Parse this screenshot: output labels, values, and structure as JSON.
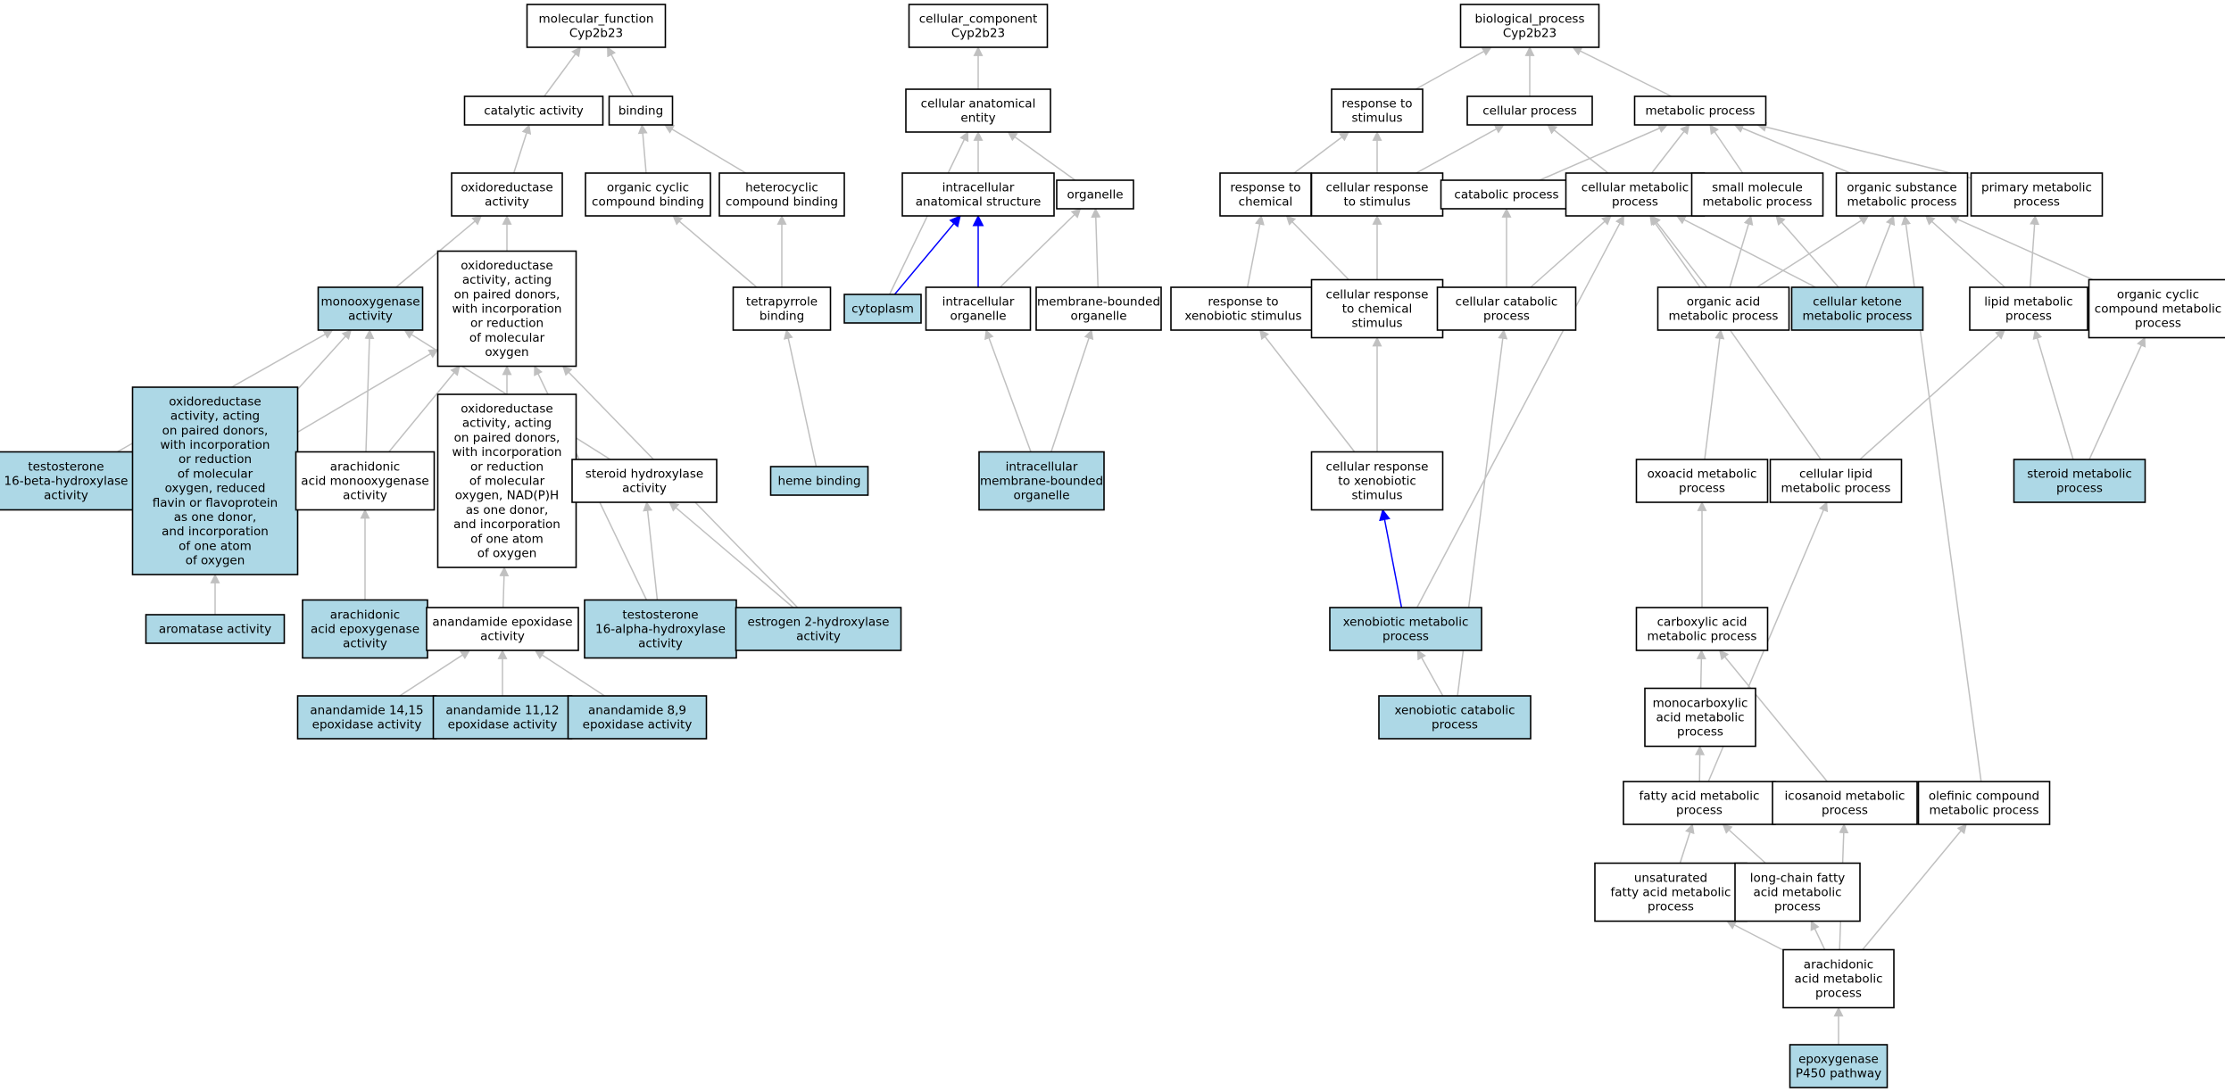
{
  "colors": {
    "annotated_fill": "#add8e6",
    "default_fill": "#ffffff",
    "edge_default": "#c0c0c0",
    "edge_highlight": "#0000ff",
    "border": "#000000"
  },
  "nodes": [
    {
      "id": "mf_root",
      "lines": [
        "molecular_function",
        "Cyp2b23"
      ],
      "annotated": false
    },
    {
      "id": "catalytic",
      "lines": [
        "catalytic activity"
      ],
      "annotated": false
    },
    {
      "id": "binding",
      "lines": [
        "binding"
      ],
      "annotated": false
    },
    {
      "id": "oxidoreductase",
      "lines": [
        "oxidoreductase",
        "activity"
      ],
      "annotated": false
    },
    {
      "id": "org_cyclic_binding",
      "lines": [
        "organic cyclic",
        "compound binding"
      ],
      "annotated": false
    },
    {
      "id": "hetero_binding",
      "lines": [
        "heterocyclic",
        "compound binding"
      ],
      "annotated": false
    },
    {
      "id": "oxred_paired",
      "lines": [
        "oxidoreductase",
        "activity, acting",
        "on paired donors,",
        "with incorporation",
        "or reduction",
        "of molecular",
        "oxygen"
      ],
      "annotated": false
    },
    {
      "id": "monooxygenase",
      "lines": [
        "monooxygenase",
        "activity"
      ],
      "annotated": true
    },
    {
      "id": "tetrapyrrole",
      "lines": [
        "tetrapyrrole",
        "binding"
      ],
      "annotated": false
    },
    {
      "id": "testo16b",
      "lines": [
        "testosterone",
        "16-beta-hydroxylase",
        "activity"
      ],
      "annotated": true
    },
    {
      "id": "oxred_flavin",
      "lines": [
        "oxidoreductase",
        "activity, acting",
        "on paired donors,",
        "with incorporation",
        "or reduction",
        "of molecular",
        "oxygen, reduced",
        "flavin or flavoprotein",
        "as one donor,",
        "and incorporation",
        "of one atom",
        "of oxygen"
      ],
      "annotated": true
    },
    {
      "id": "arach_monoox",
      "lines": [
        "arachidonic",
        "acid monooxygenase",
        "activity"
      ],
      "annotated": false
    },
    {
      "id": "oxred_nadph",
      "lines": [
        "oxidoreductase",
        "activity, acting",
        "on paired donors,",
        "with incorporation",
        "or reduction",
        "of molecular",
        "oxygen, NAD(P)H",
        "as one donor,",
        "and incorporation",
        "of one atom",
        "of oxygen"
      ],
      "annotated": false
    },
    {
      "id": "steroid_hydrox",
      "lines": [
        "steroid hydroxylase",
        "activity"
      ],
      "annotated": false
    },
    {
      "id": "heme",
      "lines": [
        "heme binding"
      ],
      "annotated": true
    },
    {
      "id": "aromatase",
      "lines": [
        "aromatase activity"
      ],
      "annotated": true
    },
    {
      "id": "arach_epox",
      "lines": [
        "arachidonic",
        "acid epoxygenase",
        "activity"
      ],
      "annotated": true
    },
    {
      "id": "anand_epox",
      "lines": [
        "anandamide epoxidase",
        "activity"
      ],
      "annotated": false
    },
    {
      "id": "testo16a",
      "lines": [
        "testosterone",
        "16-alpha-hydroxylase",
        "activity"
      ],
      "annotated": true
    },
    {
      "id": "estrogen2",
      "lines": [
        "estrogen 2-hydroxylase",
        "activity"
      ],
      "annotated": true
    },
    {
      "id": "anand1415",
      "lines": [
        "anandamide 14,15",
        "epoxidase activity"
      ],
      "annotated": true
    },
    {
      "id": "anand1112",
      "lines": [
        "anandamide 11,12",
        "epoxidase activity"
      ],
      "annotated": true
    },
    {
      "id": "anand89",
      "lines": [
        "anandamide 8,9",
        "epoxidase activity"
      ],
      "annotated": true
    },
    {
      "id": "cc_root",
      "lines": [
        "cellular_component",
        "Cyp2b23"
      ],
      "annotated": false
    },
    {
      "id": "cae",
      "lines": [
        "cellular anatomical",
        "entity"
      ],
      "annotated": false
    },
    {
      "id": "intra_anat",
      "lines": [
        "intracellular",
        "anatomical structure"
      ],
      "annotated": false
    },
    {
      "id": "organelle",
      "lines": [
        "organelle"
      ],
      "annotated": false
    },
    {
      "id": "cytoplasm",
      "lines": [
        "cytoplasm"
      ],
      "annotated": true
    },
    {
      "id": "intra_org",
      "lines": [
        "intracellular",
        "organelle"
      ],
      "annotated": false
    },
    {
      "id": "mem_org",
      "lines": [
        "membrane-bounded",
        "organelle"
      ],
      "annotated": false
    },
    {
      "id": "intra_mem_org",
      "lines": [
        "intracellular",
        "membrane-bounded",
        "organelle"
      ],
      "annotated": true
    },
    {
      "id": "bp_root",
      "lines": [
        "biological_process",
        "Cyp2b23"
      ],
      "annotated": false
    },
    {
      "id": "resp_stim",
      "lines": [
        "response to",
        "stimulus"
      ],
      "annotated": false
    },
    {
      "id": "cell_proc",
      "lines": [
        "cellular process"
      ],
      "annotated": false
    },
    {
      "id": "met_proc",
      "lines": [
        "metabolic process"
      ],
      "annotated": false
    },
    {
      "id": "resp_chem",
      "lines": [
        "response to",
        "chemical"
      ],
      "annotated": false
    },
    {
      "id": "cell_resp_stim",
      "lines": [
        "cellular response",
        "to stimulus"
      ],
      "annotated": false
    },
    {
      "id": "catab",
      "lines": [
        "catabolic process"
      ],
      "annotated": false
    },
    {
      "id": "cell_met",
      "lines": [
        "cellular metabolic",
        "process"
      ],
      "annotated": false
    },
    {
      "id": "small_mol",
      "lines": [
        "small molecule",
        "metabolic process"
      ],
      "annotated": false
    },
    {
      "id": "org_sub",
      "lines": [
        "organic substance",
        "metabolic process"
      ],
      "annotated": false
    },
    {
      "id": "prim_met",
      "lines": [
        "primary metabolic",
        "process"
      ],
      "annotated": false
    },
    {
      "id": "resp_xeno",
      "lines": [
        "response to",
        "xenobiotic stimulus"
      ],
      "annotated": false
    },
    {
      "id": "cell_resp_chem",
      "lines": [
        "cellular response",
        "to chemical",
        "stimulus"
      ],
      "annotated": false
    },
    {
      "id": "cell_catab",
      "lines": [
        "cellular catabolic",
        "process"
      ],
      "annotated": false
    },
    {
      "id": "org_acid",
      "lines": [
        "organic acid",
        "metabolic process"
      ],
      "annotated": false
    },
    {
      "id": "ketone",
      "lines": [
        "cellular ketone",
        "metabolic process"
      ],
      "annotated": true
    },
    {
      "id": "lipid_met",
      "lines": [
        "lipid metabolic",
        "process"
      ],
      "annotated": false
    },
    {
      "id": "org_cyc_met",
      "lines": [
        "organic cyclic",
        "compound metabolic",
        "process"
      ],
      "annotated": false
    },
    {
      "id": "cell_resp_xeno",
      "lines": [
        "cellular response",
        "to xenobiotic",
        "stimulus"
      ],
      "annotated": false
    },
    {
      "id": "oxoacid",
      "lines": [
        "oxoacid metabolic",
        "process"
      ],
      "annotated": false
    },
    {
      "id": "cell_lipid",
      "lines": [
        "cellular lipid",
        "metabolic process"
      ],
      "annotated": false
    },
    {
      "id": "steroid_met",
      "lines": [
        "steroid metabolic",
        "process"
      ],
      "annotated": true
    },
    {
      "id": "xeno_met",
      "lines": [
        "xenobiotic metabolic",
        "process"
      ],
      "annotated": true
    },
    {
      "id": "carbox",
      "lines": [
        "carboxylic acid",
        "metabolic process"
      ],
      "annotated": false
    },
    {
      "id": "xeno_catab",
      "lines": [
        "xenobiotic catabolic",
        "process"
      ],
      "annotated": true
    },
    {
      "id": "monocarb",
      "lines": [
        "monocarboxylic",
        "acid metabolic",
        "process"
      ],
      "annotated": false
    },
    {
      "id": "fatty",
      "lines": [
        "fatty acid metabolic",
        "process"
      ],
      "annotated": false
    },
    {
      "id": "icosanoid",
      "lines": [
        "icosanoid metabolic",
        "process"
      ],
      "annotated": false
    },
    {
      "id": "olefinic",
      "lines": [
        "olefinic compound",
        "metabolic process"
      ],
      "annotated": false
    },
    {
      "id": "unsat_fatty",
      "lines": [
        "unsaturated",
        "fatty acid metabolic",
        "process"
      ],
      "annotated": false
    },
    {
      "id": "longchain",
      "lines": [
        "long-chain fatty",
        "acid metabolic",
        "process"
      ],
      "annotated": false
    },
    {
      "id": "arach_met",
      "lines": [
        "arachidonic",
        "acid metabolic",
        "process"
      ],
      "annotated": false
    },
    {
      "id": "epox_p450",
      "lines": [
        "epoxygenase",
        "P450 pathway"
      ],
      "annotated": true
    }
  ],
  "edges": [
    {
      "from": "catalytic",
      "to": "mf_root"
    },
    {
      "from": "binding",
      "to": "mf_root"
    },
    {
      "from": "oxidoreductase",
      "to": "catalytic"
    },
    {
      "from": "org_cyclic_binding",
      "to": "binding"
    },
    {
      "from": "hetero_binding",
      "to": "binding"
    },
    {
      "from": "monooxygenase",
      "to": "oxidoreductase"
    },
    {
      "from": "oxred_paired",
      "to": "oxidoreductase"
    },
    {
      "from": "tetrapyrrole",
      "to": "org_cyclic_binding"
    },
    {
      "from": "tetrapyrrole",
      "to": "hetero_binding"
    },
    {
      "from": "heme",
      "to": "tetrapyrrole"
    },
    {
      "from": "testo16b",
      "to": "monooxygenase"
    },
    {
      "from": "oxred_flavin",
      "to": "monooxygenase"
    },
    {
      "from": "oxred_flavin",
      "to": "oxred_paired"
    },
    {
      "from": "arach_monoox",
      "to": "monooxygenase"
    },
    {
      "from": "arach_monoox",
      "to": "oxred_paired"
    },
    {
      "from": "steroid_hydrox",
      "to": "monooxygenase"
    },
    {
      "from": "oxred_nadph",
      "to": "oxred_paired"
    },
    {
      "from": "testo16a",
      "to": "oxred_paired"
    },
    {
      "from": "estrogen2",
      "to": "oxred_paired"
    },
    {
      "from": "aromatase",
      "to": "oxred_flavin"
    },
    {
      "from": "arach_epox",
      "to": "arach_monoox"
    },
    {
      "from": "anand_epox",
      "to": "oxred_nadph"
    },
    {
      "from": "testo16a",
      "to": "steroid_hydrox"
    },
    {
      "from": "estrogen2",
      "to": "steroid_hydrox"
    },
    {
      "from": "anand1415",
      "to": "anand_epox"
    },
    {
      "from": "anand1112",
      "to": "anand_epox"
    },
    {
      "from": "anand89",
      "to": "anand_epox"
    },
    {
      "from": "cae",
      "to": "cc_root"
    },
    {
      "from": "intra_anat",
      "to": "cae"
    },
    {
      "from": "organelle",
      "to": "cae"
    },
    {
      "from": "cytoplasm",
      "to": "cae"
    },
    {
      "from": "cytoplasm",
      "to": "intra_anat",
      "highlight": true
    },
    {
      "from": "intra_org",
      "to": "intra_anat",
      "highlight": true
    },
    {
      "from": "intra_org",
      "to": "organelle"
    },
    {
      "from": "mem_org",
      "to": "organelle"
    },
    {
      "from": "intra_mem_org",
      "to": "intra_org"
    },
    {
      "from": "intra_mem_org",
      "to": "mem_org"
    },
    {
      "from": "resp_stim",
      "to": "bp_root"
    },
    {
      "from": "cell_proc",
      "to": "bp_root"
    },
    {
      "from": "met_proc",
      "to": "bp_root"
    },
    {
      "from": "resp_chem",
      "to": "resp_stim"
    },
    {
      "from": "cell_resp_stim",
      "to": "resp_stim"
    },
    {
      "from": "cell_resp_stim",
      "to": "cell_proc"
    },
    {
      "from": "cell_met",
      "to": "cell_proc"
    },
    {
      "from": "catab",
      "to": "met_proc"
    },
    {
      "from": "cell_met",
      "to": "met_proc"
    },
    {
      "from": "small_mol",
      "to": "met_proc"
    },
    {
      "from": "org_sub",
      "to": "met_proc"
    },
    {
      "from": "prim_met",
      "to": "met_proc"
    },
    {
      "from": "resp_xeno",
      "to": "resp_chem"
    },
    {
      "from": "cell_resp_chem",
      "to": "resp_chem"
    },
    {
      "from": "cell_resp_chem",
      "to": "cell_resp_stim"
    },
    {
      "from": "cell_catab",
      "to": "catab"
    },
    {
      "from": "cell_catab",
      "to": "cell_met"
    },
    {
      "from": "org_acid",
      "to": "cell_met"
    },
    {
      "from": "org_acid",
      "to": "small_mol"
    },
    {
      "from": "org_acid",
      "to": "org_sub"
    },
    {
      "from": "ketone",
      "to": "cell_met"
    },
    {
      "from": "ketone",
      "to": "small_mol"
    },
    {
      "from": "ketone",
      "to": "org_sub"
    },
    {
      "from": "lipid_met",
      "to": "org_sub"
    },
    {
      "from": "lipid_met",
      "to": "prim_met"
    },
    {
      "from": "org_cyc_met",
      "to": "org_sub"
    },
    {
      "from": "cell_resp_xeno",
      "to": "resp_xeno"
    },
    {
      "from": "cell_resp_xeno",
      "to": "cell_resp_chem"
    },
    {
      "from": "xeno_met",
      "to": "cell_resp_xeno",
      "highlight": true
    },
    {
      "from": "xeno_met",
      "to": "cell_met"
    },
    {
      "from": "xeno_catab",
      "to": "xeno_met"
    },
    {
      "from": "xeno_catab",
      "to": "cell_catab"
    },
    {
      "from": "oxoacid",
      "to": "org_acid"
    },
    {
      "from": "cell_lipid",
      "to": "cell_met"
    },
    {
      "from": "cell_lipid",
      "to": "lipid_met"
    },
    {
      "from": "steroid_met",
      "to": "lipid_met"
    },
    {
      "from": "steroid_met",
      "to": "org_cyc_met"
    },
    {
      "from": "carbox",
      "to": "oxoacid"
    },
    {
      "from": "monocarb",
      "to": "carbox"
    },
    {
      "from": "icosanoid",
      "to": "carbox"
    },
    {
      "from": "fatty",
      "to": "monocarb"
    },
    {
      "from": "fatty",
      "to": "cell_lipid"
    },
    {
      "from": "olefinic",
      "to": "org_sub"
    },
    {
      "from": "unsat_fatty",
      "to": "fatty"
    },
    {
      "from": "longchain",
      "to": "fatty"
    },
    {
      "from": "arach_met",
      "to": "unsat_fatty"
    },
    {
      "from": "arach_met",
      "to": "longchain"
    },
    {
      "from": "arach_met",
      "to": "icosanoid"
    },
    {
      "from": "arach_met",
      "to": "olefinic"
    },
    {
      "from": "epox_p450",
      "to": "arach_met"
    }
  ]
}
